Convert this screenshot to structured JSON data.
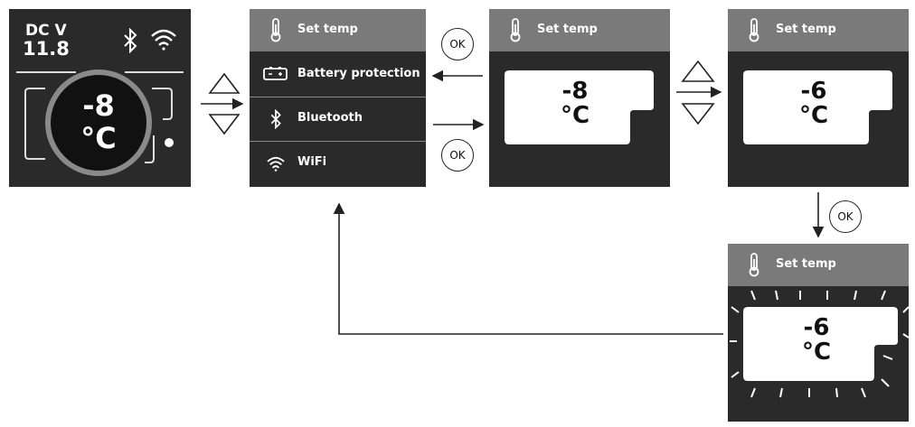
{
  "home_screen": {
    "mode_label": "DC V",
    "voltage": "11.8",
    "temperature_value": "-8",
    "temperature_unit": "°C",
    "icons": [
      "bluetooth-icon",
      "wifi-icon"
    ]
  },
  "menu_screen": {
    "items": [
      {
        "label": "Set temp",
        "icon": "thermometer-icon",
        "selected": true
      },
      {
        "label": "Battery protection",
        "icon": "battery-icon",
        "selected": false
      },
      {
        "label": "Bluetooth",
        "icon": "bluetooth-icon",
        "selected": false
      },
      {
        "label": "WiFi",
        "icon": "wifi-icon",
        "selected": false
      }
    ]
  },
  "set_temp_screen_1": {
    "title": "Set temp",
    "value": "-8",
    "unit": "°C"
  },
  "set_temp_screen_2": {
    "title": "Set temp",
    "value": "-6",
    "unit": "°C"
  },
  "set_temp_screen_3": {
    "title": "Set temp",
    "value": "-6",
    "unit": "°C",
    "state": "blinking"
  },
  "controls": {
    "ok_label": "OK",
    "up_icon": "triangle-up-icon",
    "down_icon": "triangle-down-icon"
  },
  "colors": {
    "screen_bg": "#2a2a2a",
    "header_bg": "#7a7a7a",
    "text_light": "#ffffff",
    "value_box": "#ffffff"
  }
}
